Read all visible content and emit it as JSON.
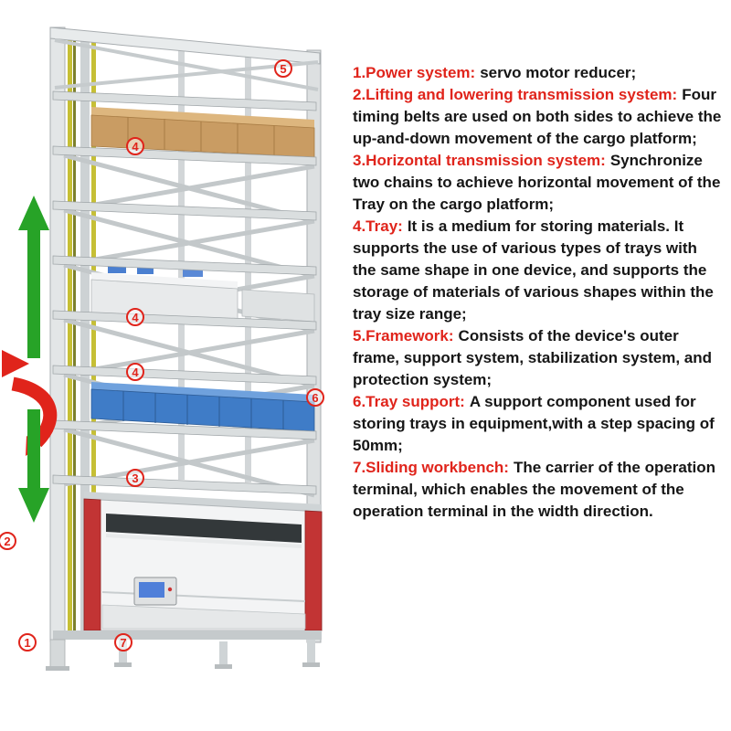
{
  "figure": {
    "callouts": [
      {
        "num": "5"
      },
      {
        "num": "4"
      },
      {
        "num": "4"
      },
      {
        "num": "4"
      },
      {
        "num": "6"
      },
      {
        "num": "3"
      },
      {
        "num": "2"
      },
      {
        "num": "1"
      },
      {
        "num": "7"
      }
    ],
    "colors": {
      "accent_red": "#e0241b",
      "arrow_green": "#27a327",
      "bin_blue": "#3f7cc7",
      "box_tan": "#c99c63",
      "pillar_red": "#c23434",
      "belt_yellow": "#c6bf35"
    }
  },
  "legend": {
    "items": [
      {
        "label": "1.Power system:",
        "body": "servo motor reducer;"
      },
      {
        "label": "2.Lifting and lowering transmission system:",
        "body": "Four timing belts are used on both sides to achieve the up-and-down movement of the cargo platform;"
      },
      {
        "label": "3.Horizontal transmission system:",
        "body": "Synchronize two chains to achieve horizontal movement of the Tray on the cargo platform;"
      },
      {
        "label": "4.Tray:",
        "body": "It is a medium for storing materials. It supports the use of various types of trays with the same shape in one device, and supports the storage of materials of various shapes within the tray size range;"
      },
      {
        "label": "5.Framework:",
        "body": "Consists of the device's outer frame, support system, stabilization system, and protection system;"
      },
      {
        "label": "6.Tray support:",
        "body": "A support component used for storing trays in equipment,with a step spacing of 50mm;"
      },
      {
        "label": "7.Sliding workbench:",
        "body": "The carrier of the operation terminal, which enables the movement of the operation terminal in the width direction."
      }
    ]
  }
}
